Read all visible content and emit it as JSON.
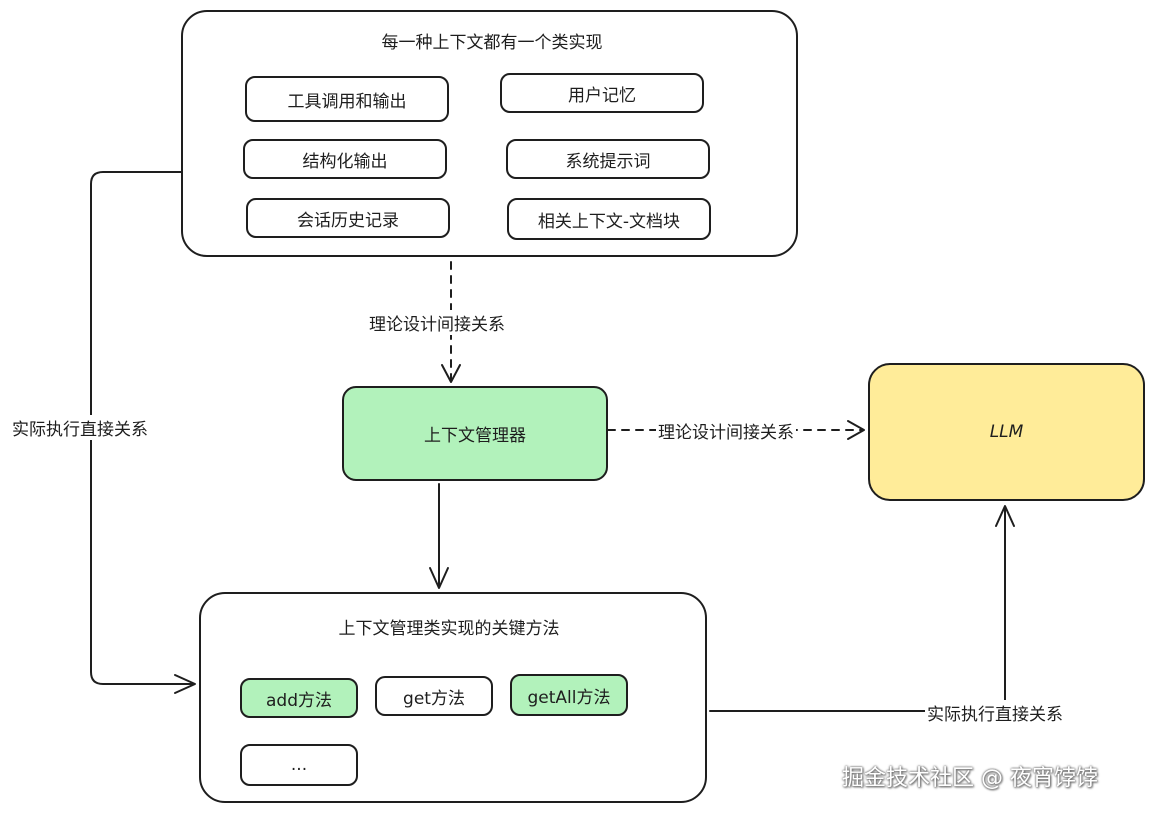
{
  "top_panel": {
    "title": "每一种上下文都有一个类实现",
    "items": [
      "工具调用和输出",
      "用户记忆",
      "结构化输出",
      "系统提示词",
      "会话历史记录",
      "相关上下文-文档块"
    ]
  },
  "context_manager": {
    "label": "上下文管理器",
    "fill": "#b2f2bb"
  },
  "llm": {
    "label": "LLM",
    "fill": "#ffec99"
  },
  "bottom_panel": {
    "title": "上下文管理类实现的关键方法",
    "methods": [
      {
        "label": "add方法",
        "highlight": true
      },
      {
        "label": "get方法",
        "highlight": false
      },
      {
        "label": "getAll方法",
        "highlight": true
      },
      {
        "label": "...",
        "highlight": false
      }
    ]
  },
  "edge_labels": {
    "top_to_manager": "理论设计间接关系",
    "manager_to_llm": "理论设计间接关系",
    "left_direct": "实际执行直接关系",
    "bottom_to_llm": "实际执行直接关系"
  },
  "watermark": "掘金技术社区 @ 夜宵饽饽"
}
